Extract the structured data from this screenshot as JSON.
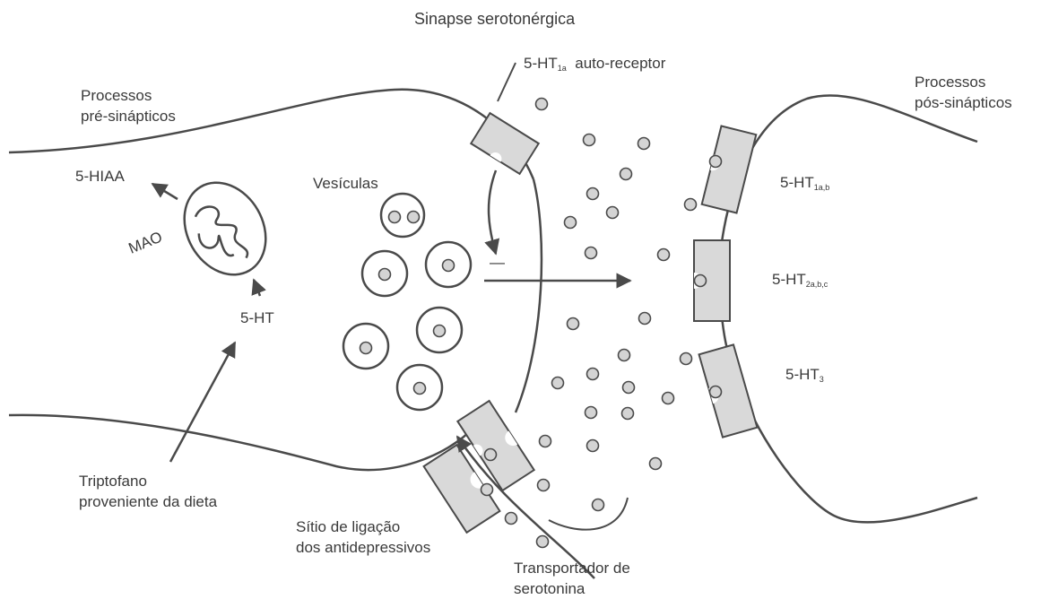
{
  "title": "Sinapse serotonérgica",
  "labels": {
    "pre_processes_1": "Processos",
    "pre_processes_2": "pré-sinápticos",
    "post_processes_1": "Processos",
    "post_processes_2": "pós-sinápticos",
    "hiaa": "5-HIAA",
    "mao": "MAO",
    "ht": "5-HT",
    "tryptophan_1": "Triptofano",
    "tryptophan_2": "proveniente da dieta",
    "vesicles": "Vesículas",
    "binding_site_1": "Sítio de ligação",
    "binding_site_2": "dos antidepressivos",
    "transporter_1": "Transportador de",
    "transporter_2": "serotonina",
    "autoreceptor_base": "5-HT",
    "autoreceptor_sub": "1a",
    "autoreceptor_suffix": "auto-receptor",
    "r1_base": "5-HT",
    "r1_sub": "1a,b",
    "r2_base": "5-HT",
    "r2_sub": "2a,b,c",
    "r3_base": "5-HT",
    "r3_sub": "3",
    "minus": "—"
  },
  "colors": {
    "line": "#4a4a4a",
    "receptor_fill": "#d9d9d9",
    "dot_fill": "#d4d4d4",
    "text": "#3a3a3a"
  }
}
